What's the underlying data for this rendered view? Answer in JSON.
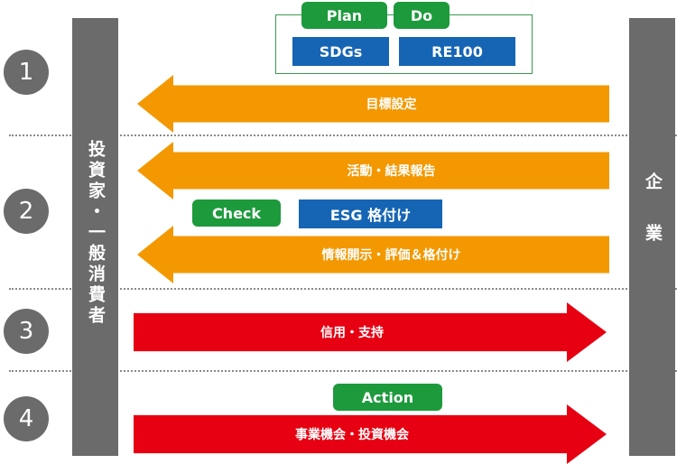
{
  "steps": [
    "1",
    "2",
    "3",
    "4"
  ],
  "left_pillar": {
    "label": "投資家・一般消費者"
  },
  "right_pillar": {
    "label": "企業"
  },
  "plan_do": {
    "plan": "Plan",
    "do": "Do",
    "sdgs": "SDGs",
    "re100": "RE100"
  },
  "check": {
    "label": "Check",
    "esg": "ESG 格付け"
  },
  "action": {
    "label": "Action"
  },
  "arrows": {
    "goal_setting": "目標設定",
    "activity_report": "活動・結果報告",
    "disclosure": "情報開示・評価＆格付け",
    "trust_support": "信用・支持",
    "opportunity": "事業機会・投資機会"
  },
  "colors": {
    "orange": "#f39800",
    "red": "#e60012",
    "green": "#1d9a3c",
    "blue": "#1565b4",
    "gray": "#6b6b6b"
  }
}
